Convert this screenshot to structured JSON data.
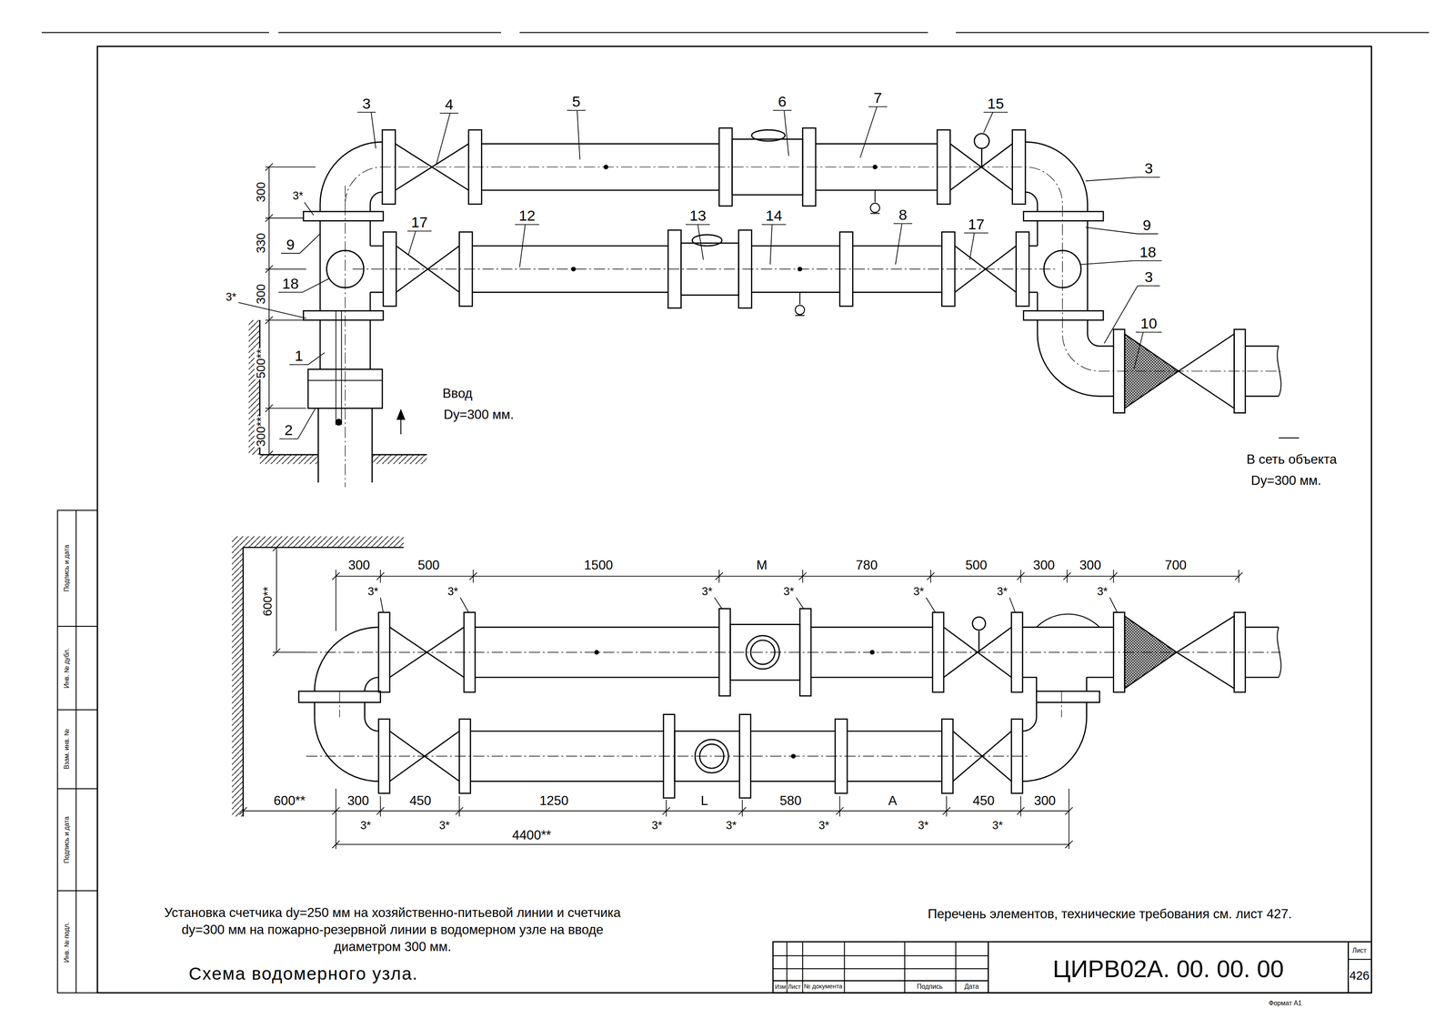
{
  "diagram": {
    "title": "Схема водомерного узла.",
    "caption": "Установка счетчика dy=250 мм на хозяйственно-питьевой линии и счетчика dy=300 мм на пожарно-резервной линии в водомерном узле на вводе диаметром 300 мм.",
    "labels": [
      "3",
      "4",
      "5",
      "6",
      "7",
      "15",
      "3",
      "9",
      "18",
      "3",
      "10",
      "17",
      "12",
      "13",
      "14",
      "8",
      "17",
      "9",
      "18",
      "1",
      "2",
      "300",
      "330",
      "300",
      "500**",
      "300**",
      "3*",
      "3*",
      "Ввод",
      "Dy=300 мм.",
      "В сеть объекта",
      "Dy=300 мм.",
      "300",
      "500",
      "1500",
      "M",
      "780",
      "500",
      "300",
      "300",
      "700",
      "3*",
      "3*",
      "3*",
      "3*",
      "3*",
      "3*",
      "3*",
      "600**",
      "600**",
      "300",
      "450",
      "1250",
      "L",
      "580",
      "A",
      "450",
      "300",
      "3*",
      "3*",
      "3*",
      "3*",
      "3*",
      "3*",
      "3*",
      "4400**",
      "Перечень элементов, технические требования см. лист 427.",
      "Изм",
      "Лист",
      "№ документа",
      "Подпись",
      "Дата",
      "ЦИРВ02А. 00. 00. 00",
      "Лист",
      "426",
      "Формат А1",
      "Подпись и дата",
      "Инв. № дубл.",
      "Взам. инв. №",
      "Подпись и дата",
      "Инв. № подл."
    ]
  }
}
